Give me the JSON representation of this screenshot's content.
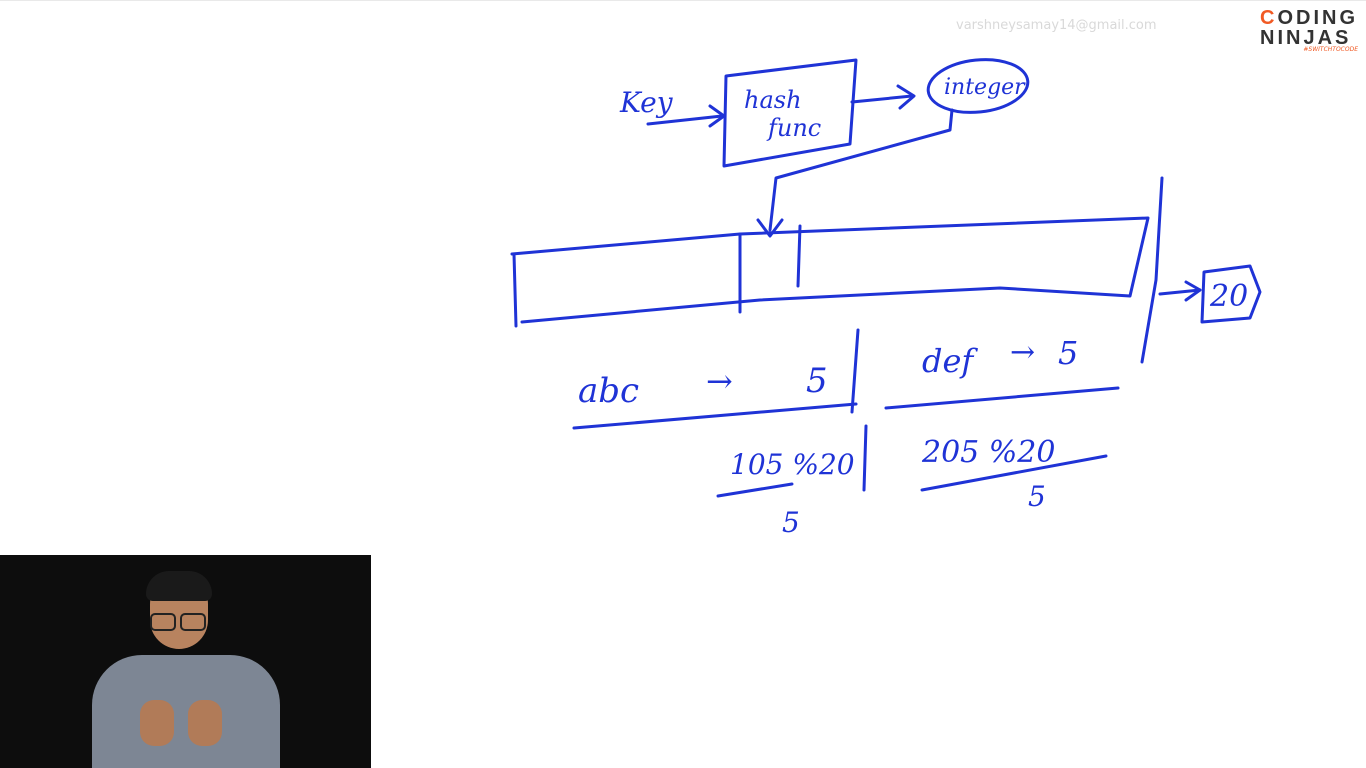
{
  "watermark": "varshneysamay14@gmail.com",
  "logo": {
    "line1_first": "C",
    "line1_rest": "ODING",
    "line2": "NINJAS",
    "tagline": "#SWITCHTOCODE"
  },
  "board": {
    "key_label": "Key",
    "hash_func_line1": "hash",
    "hash_func_line2": "func",
    "output_label": "integer",
    "size_value": "20",
    "entry1_key": "abc",
    "entry1_arrow": "→",
    "entry1_value": "5",
    "entry1_calc": "105 %20",
    "entry1_result": "5",
    "entry2_key": "def",
    "entry2_arrow": "→",
    "entry2_value": "5",
    "entry2_calc": "205 %20",
    "entry2_result": "5"
  },
  "colors": {
    "ink": "#1f33d6",
    "brand_orange": "#f15a24"
  }
}
